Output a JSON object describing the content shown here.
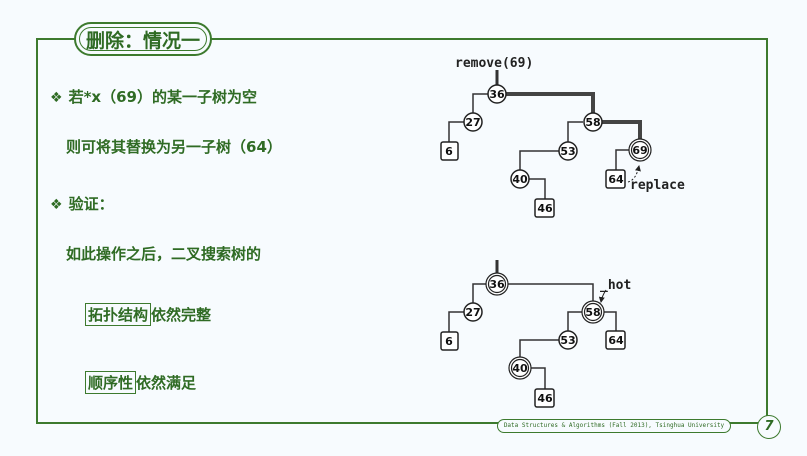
{
  "title": "删除：情况一",
  "bullets": {
    "b1": "若*x（69）的某一子树为空",
    "b1_sub": "则可将其替换为另一子树（64）",
    "b2": "验证：",
    "b2_sub": "如此操作之后，二叉搜索树的",
    "p1_boxed": "拓扑结构",
    "p1_rest": "依然完整",
    "p2_boxed": "顺序性",
    "p2_rest": "依然满足"
  },
  "diagram": {
    "top_label": "remove(69)",
    "replace_label": "replace",
    "hot_label": "_hot",
    "top_tree": {
      "n36": "36",
      "n27": "27",
      "n6": "6",
      "n58": "58",
      "n53": "53",
      "n40": "40",
      "n46": "46",
      "n69": "69",
      "n64": "64"
    },
    "bottom_tree": {
      "n36": "36",
      "n27": "27",
      "n6": "6",
      "n58": "58",
      "n53": "53",
      "n40": "40",
      "n46": "46",
      "n64": "64"
    }
  },
  "footer": "Data Structures & Algorithms (Fall 2013), Tsinghua University",
  "page_number": "7"
}
